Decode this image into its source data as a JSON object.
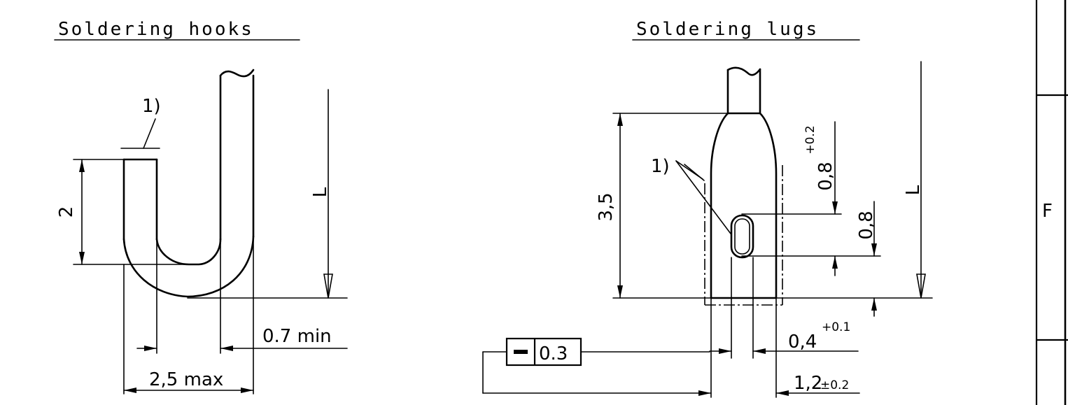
{
  "colors": {
    "ink": "#000000",
    "paper": "#ffffff"
  },
  "hooks": {
    "title": "Soldering hooks",
    "note": "1)",
    "dim_height": "2",
    "dim_length": "L",
    "dim_min_gap": "0.7 min",
    "dim_max_width": "2,5 max"
  },
  "lugs": {
    "title": "Soldering lugs",
    "note": "1)",
    "dim_height": "3,5",
    "dim_top_offset": "0,8",
    "dim_top_offset_tol": "+0.2",
    "dim_slot_length": "0,8",
    "dim_length": "L",
    "dim_slot_width": "0,4",
    "dim_slot_width_tol": "+0.1",
    "dim_lug_width": "1,2",
    "dim_lug_width_tol": "±0.2",
    "flatness_tolerance": "0.3"
  },
  "border": {
    "zone_letter": "F"
  }
}
